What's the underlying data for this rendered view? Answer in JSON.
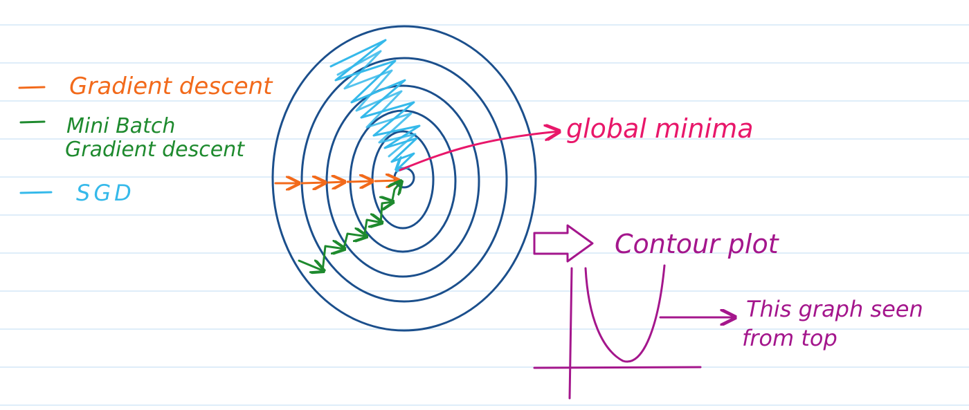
{
  "legend": {
    "items": [
      {
        "lines": [
          "Gradient descent"
        ],
        "color": "#f26a1b"
      },
      {
        "lines": [
          "Mini Batch",
          "Gradient descent"
        ],
        "color": "#1e8a2e"
      },
      {
        "lines": [
          "SGD"
        ],
        "color": "#35b9ea"
      }
    ]
  },
  "labels": {
    "global_minima": "global minima",
    "contour_plot": "Contour plot",
    "graph_seen_line1": "This graph seen",
    "graph_seen_line2": "from top"
  },
  "colors": {
    "ruled_line": "#d3e7f7",
    "contour": "#1b4f8c",
    "gradient_descent": "#f26a1b",
    "mini_batch": "#1e8a2e",
    "sgd": "#35b9ea",
    "global_minima": "#e8176a",
    "annotation": "#a4168c"
  },
  "contours": {
    "ring_count": 6
  }
}
